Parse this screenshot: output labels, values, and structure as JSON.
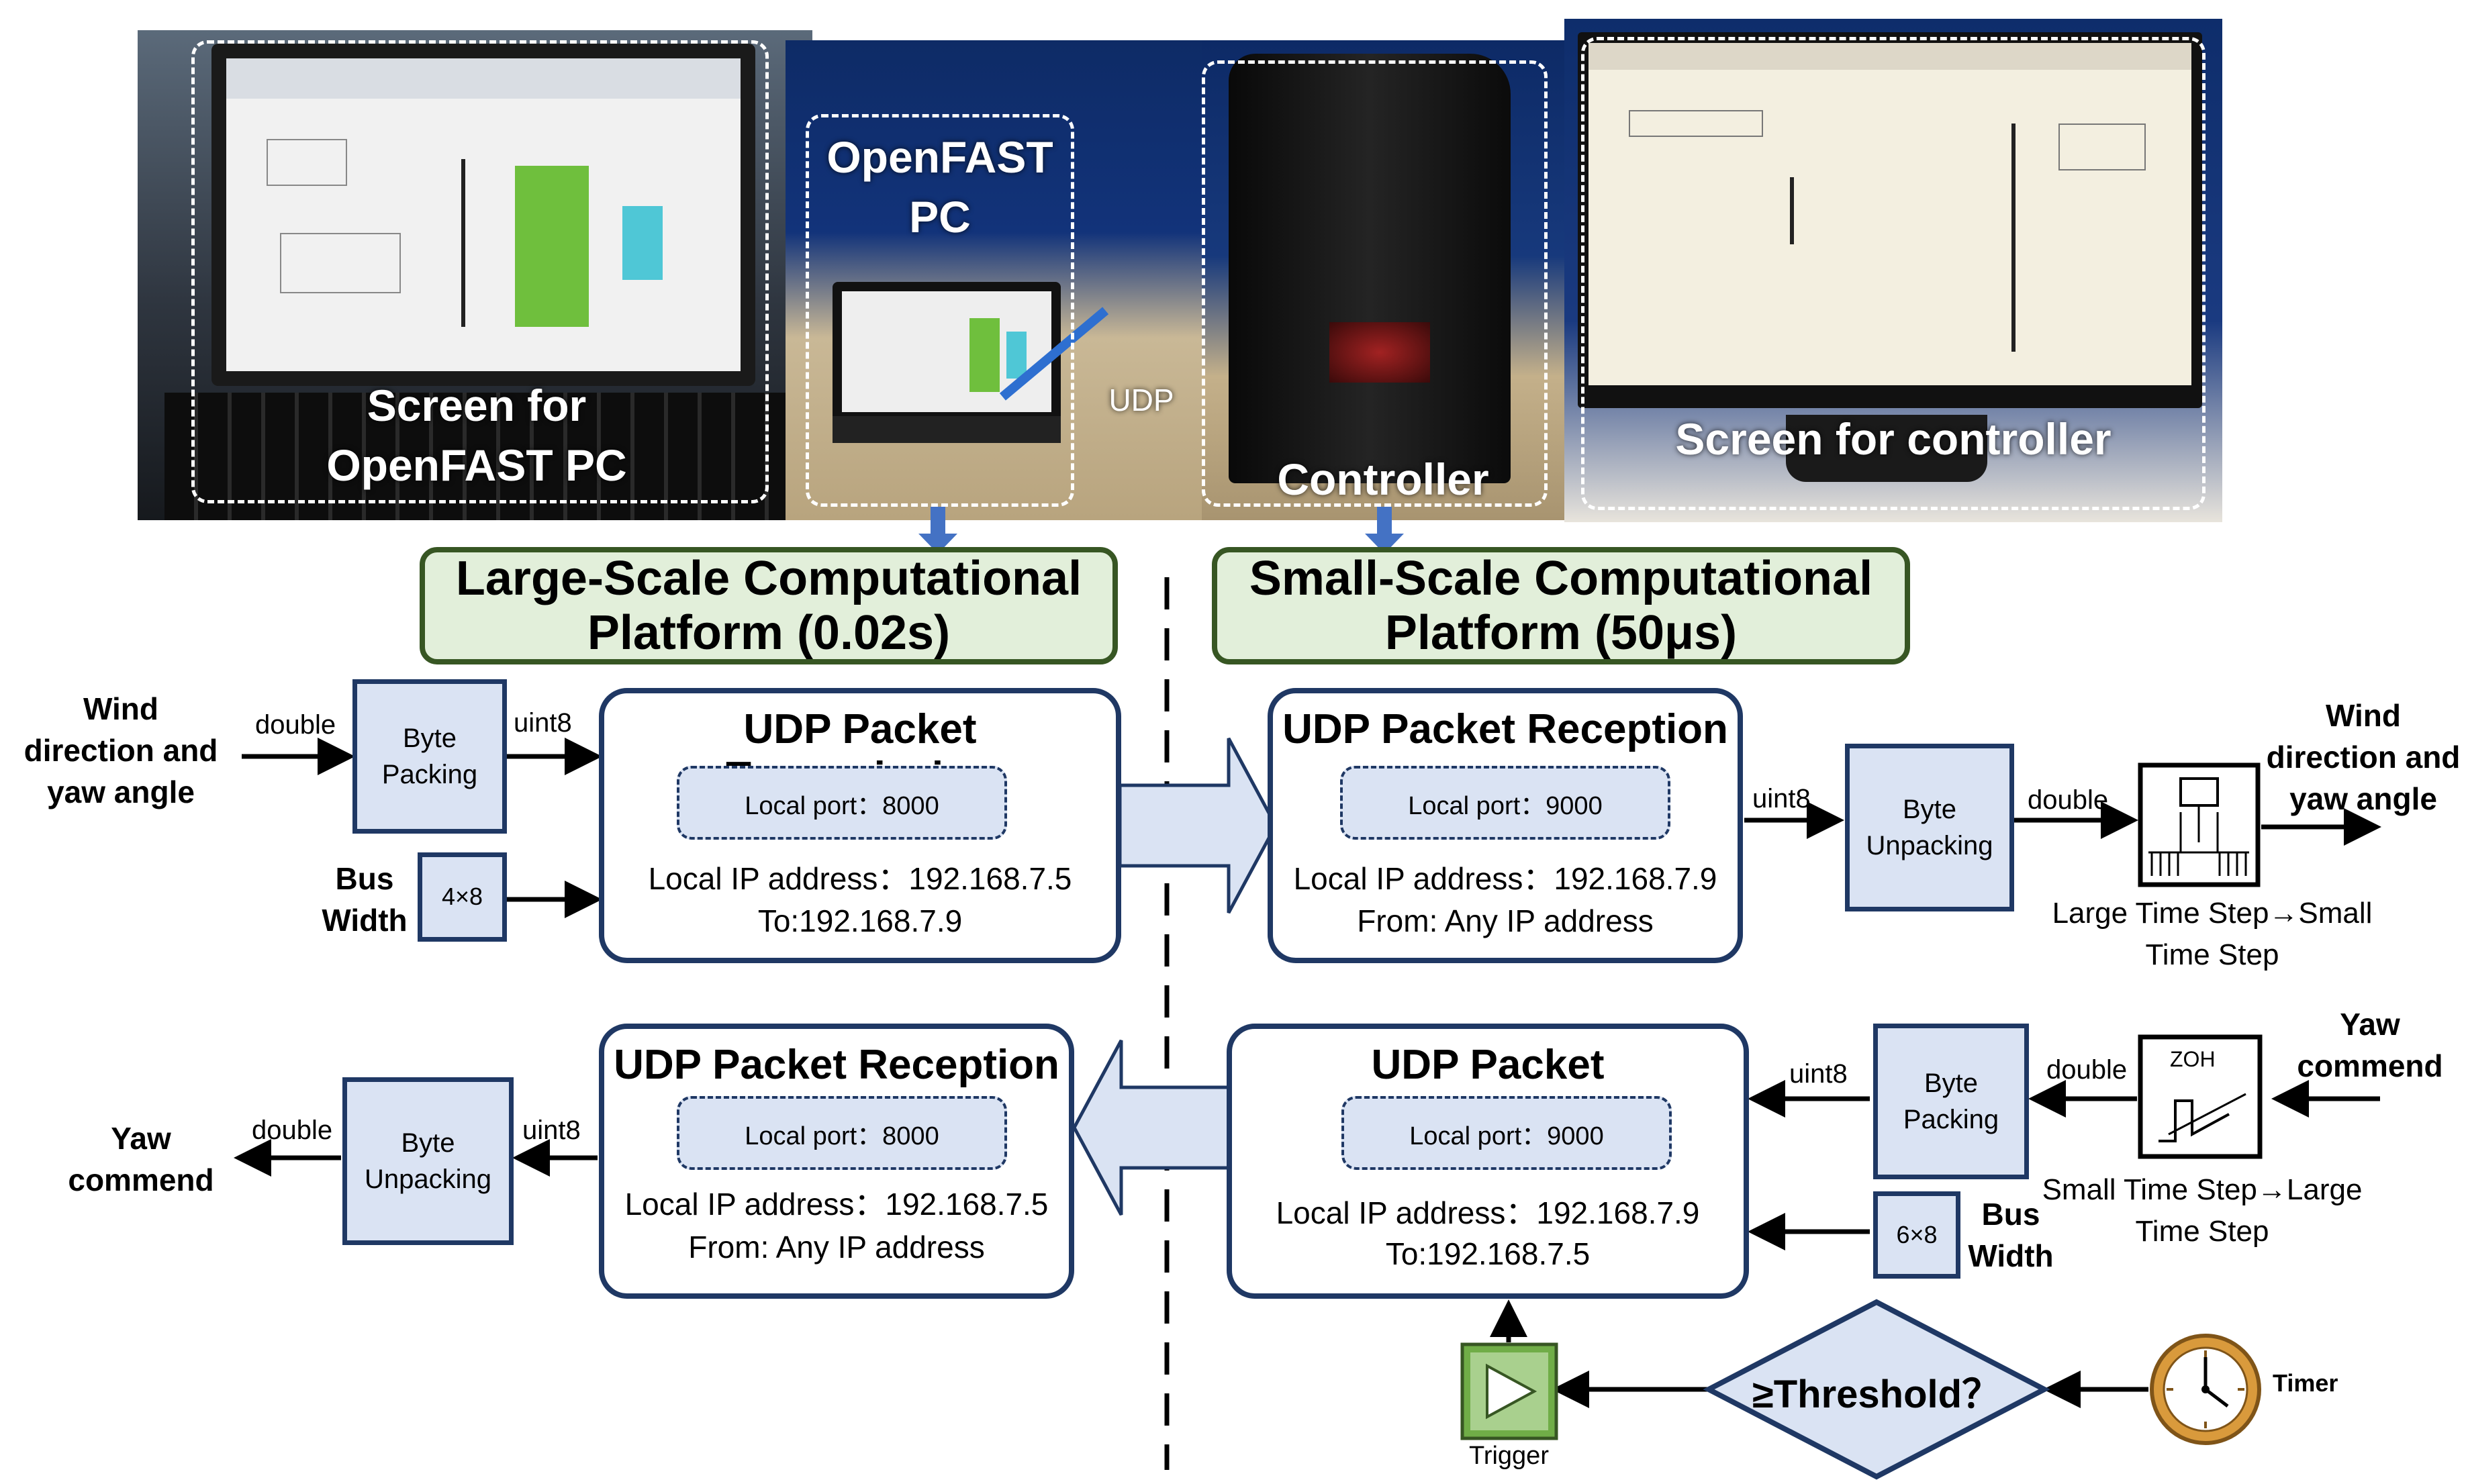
{
  "photos": {
    "openfast_screen_label": "Screen for\nOpenFAST PC",
    "openfast_pc_label": "OpenFAST\nPC",
    "udp_label": "UDP",
    "controller_label": "Controller",
    "controller_screen_label": "Screen for controller"
  },
  "platforms": {
    "large": "Large-Scale Computational\nPlatform  (0.02s)",
    "small": "Small-Scale Computational\nPlatform  (50μs)"
  },
  "left_top": {
    "input_label": "Wind\ndirection and\nyaw angle",
    "double_label": "double",
    "byte_packing": "Byte\nPacking",
    "uint8_label": "uint8",
    "bus_label": "Bus\nWidth",
    "bus_value": "4×8",
    "udp_title": "UDP Packet Transmission",
    "port": "Local port：8000",
    "ip": "Local IP address：192.168.7.5",
    "to": "To:192.168.7.9"
  },
  "right_top": {
    "udp_title": "UDP Packet Reception",
    "port": "Local port：9000",
    "ip": "Local IP address：192.168.7.9",
    "from": "From: Any IP address",
    "uint8_label": "uint8",
    "byte_unpacking": "Byte\nUnpacking",
    "double_label": "double",
    "rt_label": "Large Time Step→Small\nTime Step",
    "output_label": "Wind\ndirection and\nyaw angle"
  },
  "left_bottom": {
    "output_label": "Yaw\ncommend",
    "double_label": "double",
    "byte_unpacking": "Byte\nUnpacking",
    "uint8_label": "uint8",
    "udp_title": "UDP Packet Reception",
    "port": "Local port：8000",
    "ip": "Local IP address：192.168.7.5",
    "from": "From: Any IP address"
  },
  "right_bottom": {
    "udp_title": "UDP Packet Transmission",
    "port": "Local port：9000",
    "ip": "Local IP address：192.168.7.9",
    "to": "To:192.168.7.5",
    "uint8_label": "uint8",
    "byte_packing": "Byte\nPacking",
    "double_label": "double",
    "zoh_label": "ZOH",
    "rt_label": "Small Time Step→Large\nTime Step",
    "input_label": "Yaw\ncommend",
    "bus_value": "6×8",
    "bus_label": "Bus\nWidth",
    "trigger_label": "Trigger",
    "threshold_label": "≥Threshold？",
    "timer_label": "Timer"
  },
  "colors": {
    "dark_navy": "#1f3864",
    "light_blue": "#dae3f3",
    "platform_fill": "#e2efda",
    "platform_border": "#375623",
    "trigger_green": "#70ad47"
  }
}
